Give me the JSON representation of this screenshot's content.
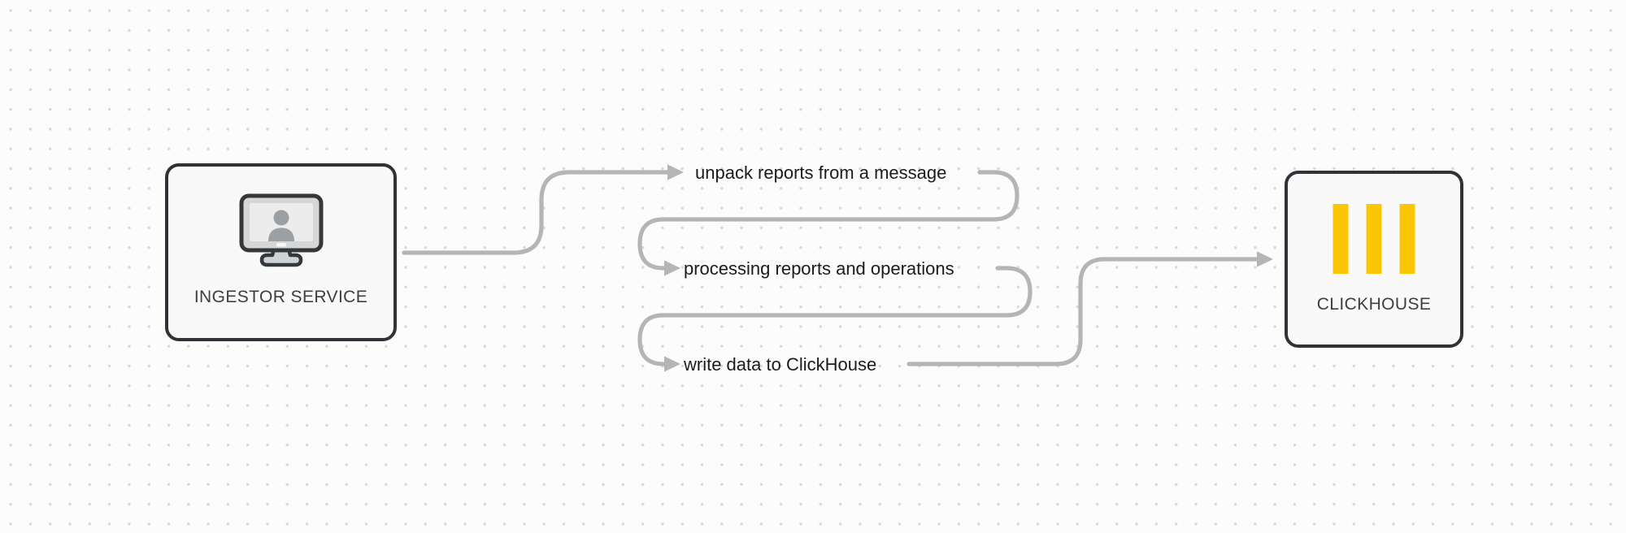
{
  "diagram": {
    "nodes": {
      "ingestor": {
        "label": "INGESTOR SERVICE",
        "icon": "monitor-user-icon"
      },
      "clickhouse": {
        "label": "CLICKHOUSE",
        "icon": "clickhouse-bars-icon"
      }
    },
    "steps": [
      {
        "label": "unpack reports from a message"
      },
      {
        "label": "processing reports and operations"
      },
      {
        "label": "write data to ClickHouse"
      }
    ],
    "flow": [
      "INGESTOR SERVICE -> unpack reports from a message",
      "unpack reports from a message -> processing reports and operations",
      "processing reports and operations -> write data to ClickHouse",
      "write data to ClickHouse -> CLICKHOUSE"
    ]
  },
  "colors": {
    "canvas-bg": "#fcfcfc",
    "dot-color": "#d9d9d9",
    "node-border": "#2f3337",
    "node-bg": "#f8f9f8",
    "node-label": "#3b3f42",
    "arrow-gray": "#b5b5b5",
    "step-text": "#1c1c1c",
    "clickhouse-yellow": "#fdc605"
  }
}
